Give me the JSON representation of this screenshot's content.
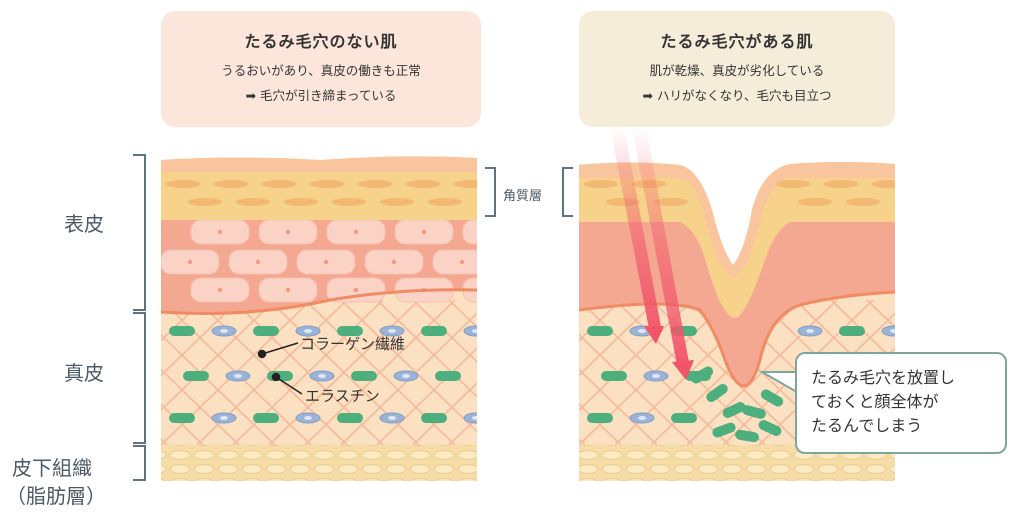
{
  "left_card": {
    "title": "たるみ毛穴のない肌",
    "line1": "うるおいがあり、真皮の働きも正常",
    "line2": "➡ 毛穴が引き締まっている"
  },
  "right_card": {
    "title": "たるみ毛穴がある肌",
    "line1": "肌が乾燥、真皮が劣化している",
    "line2": "➡ ハリがなくなり、毛穴も目立つ"
  },
  "layers": {
    "epidermis": "表皮",
    "dermis": "真皮",
    "subcutaneous": "皮下組織",
    "subcutaneous_sub": "（脂肪層）",
    "stratum_corneum": "角質層"
  },
  "fibers": {
    "collagen": "コラーゲン繊維",
    "elastin": "エラスチン"
  },
  "callout": {
    "line1": "たるみ毛穴を放置し",
    "line2": "ておくと顔全体が",
    "line3": "たるんでしまう"
  },
  "colors": {
    "corneum": "#f6d28a",
    "epidermis": "#f4a892",
    "dermis": "#fce0c2",
    "fat": "#f6dca7",
    "collagen": "#4caf7d",
    "elastin": "#9bb3d6",
    "uv": "#f2546a",
    "bracket": "#5f7480"
  }
}
